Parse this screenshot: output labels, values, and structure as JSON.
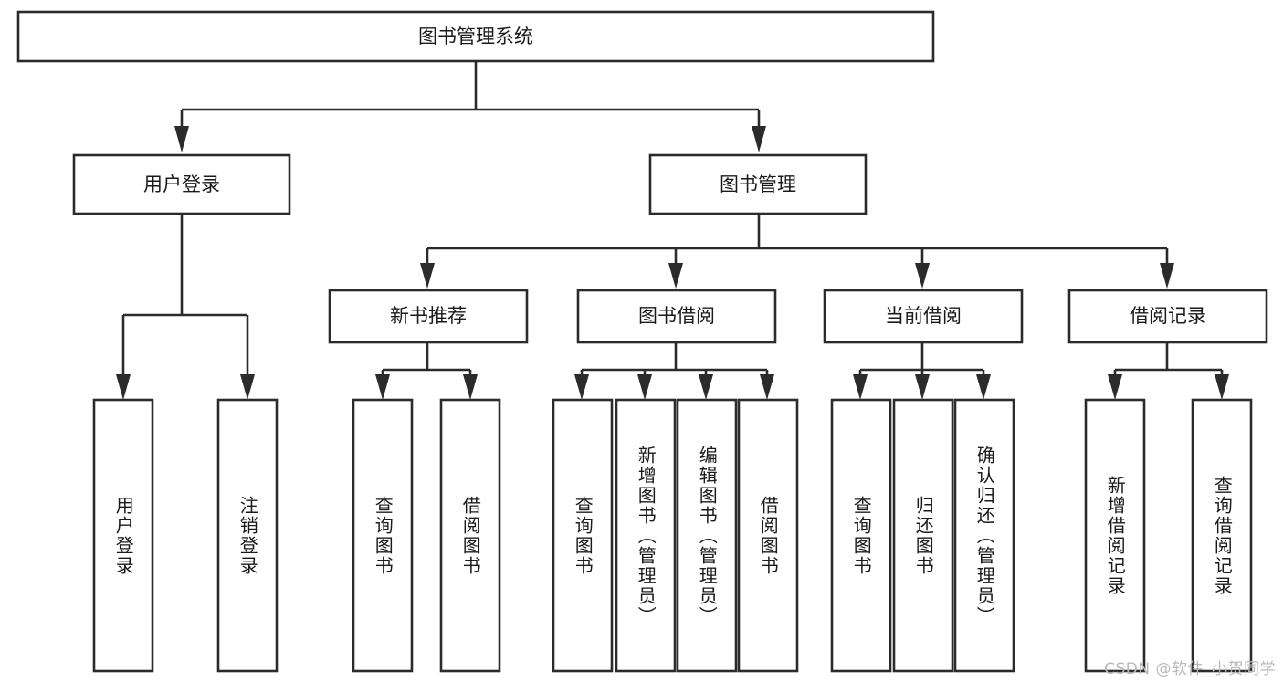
{
  "diagram": {
    "type": "tree",
    "title": "图书管理系统",
    "watermark": "CSDN @软件_小贺同学",
    "colors": {
      "stroke": "#2b2b2b",
      "box_fill": "#ffffff",
      "text": "#1a1a1a",
      "background": "#ffffff",
      "watermark": "#b9b9b9"
    },
    "root": {
      "label": "图书管理系统"
    },
    "level2": [
      {
        "label": "用户登录"
      },
      {
        "label": "图书管理"
      }
    ],
    "level3": [
      {
        "label": "新书推荐"
      },
      {
        "label": "图书借阅"
      },
      {
        "label": "当前借阅"
      },
      {
        "label": "借阅记录"
      }
    ],
    "leaves": {
      "user_login": [
        {
          "label": "用户登录"
        },
        {
          "label": "注销登录"
        }
      ],
      "new_book_recommend": [
        {
          "label": "查询图书"
        },
        {
          "label": "借阅图书"
        }
      ],
      "book_borrow": [
        {
          "label": "查询图书"
        },
        {
          "label": "新增图书（管理员）"
        },
        {
          "label": "编辑图书（管理员）"
        },
        {
          "label": "借阅图书"
        }
      ],
      "current_borrow": [
        {
          "label": "查询图书"
        },
        {
          "label": "归还图书"
        },
        {
          "label": "确认归还（管理员）"
        }
      ],
      "borrow_record": [
        {
          "label": "新增借阅记录"
        },
        {
          "label": "查询借阅记录"
        }
      ]
    }
  }
}
